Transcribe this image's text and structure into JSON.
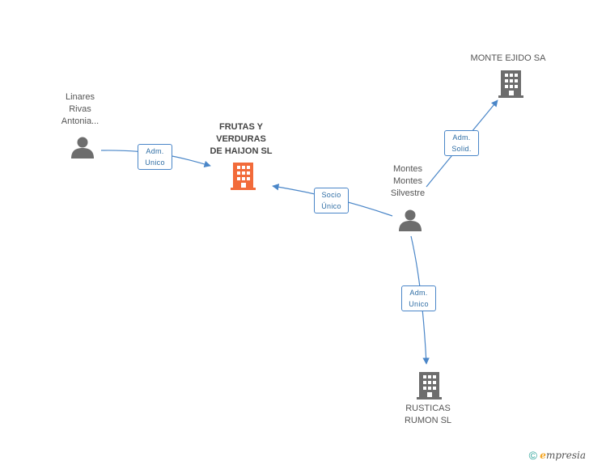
{
  "nodes": {
    "linares": {
      "lines": [
        "Linares",
        "Rivas",
        "Antonia..."
      ],
      "type": "person"
    },
    "frutas": {
      "lines": [
        "FRUTAS Y",
        "VERDURAS",
        "DE HAIJON SL"
      ],
      "type": "company",
      "highlight": true
    },
    "montes": {
      "lines": [
        "Montes",
        "Montes",
        "Silvestre"
      ],
      "type": "person"
    },
    "monte_ejido": {
      "lines": [
        "MONTE EJIDO SA"
      ],
      "type": "company"
    },
    "rusticas": {
      "lines": [
        "RUSTICAS",
        "RUMON SL"
      ],
      "type": "company"
    }
  },
  "edges": {
    "e1": {
      "lines": [
        "Adm.",
        "Unico"
      ]
    },
    "e2": {
      "lines": [
        "Socio",
        "Único"
      ]
    },
    "e3": {
      "lines": [
        "Adm.",
        "Solid."
      ]
    },
    "e4": {
      "lines": [
        "Adm.",
        "Unico"
      ]
    }
  },
  "colors": {
    "edge": "#4a86c8",
    "icon": "#6d6d6d",
    "highlight": "#f26b3a"
  },
  "brand": {
    "copyright": "©",
    "initial": "e",
    "rest": "mpresia"
  }
}
